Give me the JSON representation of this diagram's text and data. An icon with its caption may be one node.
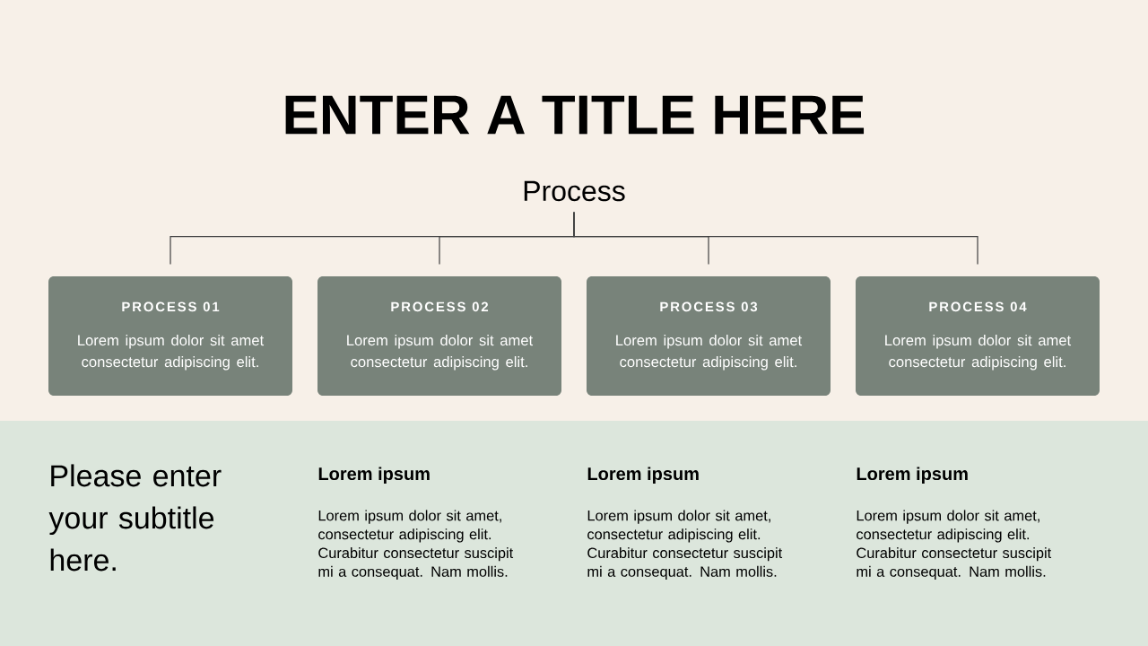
{
  "diagram": {
    "title": "ENTER A TITLE HERE",
    "nodes": [
      {
        "text": [
          "Process"
        ]
      },
      {
        "text": [
          "PROCESS 01",
          "Lorem ipsum dolor sit amet consectetur adipiscing elit."
        ]
      },
      {
        "text": [
          "PROCESS 02",
          "Lorem ipsum dolor sit amet consectetur adipiscing elit."
        ]
      },
      {
        "text": [
          "PROCESS 03",
          "Lorem ipsum dolor sit amet consectetur adipiscing elit."
        ]
      },
      {
        "text": [
          "PROCESS 04",
          "Lorem ipsum dolor sit amet consectetur adipiscing elit."
        ]
      }
    ],
    "edges": [
      {
        "from": 0,
        "to": 1,
        "arrow": "none"
      },
      {
        "from": 0,
        "to": 2,
        "arrow": "none"
      },
      {
        "from": 0,
        "to": 3,
        "arrow": "none"
      },
      {
        "from": 0,
        "to": 4,
        "arrow": "none"
      }
    ],
    "labels": [
      "Please enter your subtitle here.",
      "Lorem ipsum",
      "Lorem ipsum dolor sit amet, consectetur adipiscing elit. Curabitur consectetur suscipit mi a consequat. Nam mollis.",
      "Lorem ipsum",
      "Lorem ipsum dolor sit amet, consectetur adipiscing elit. Curabitur consectetur suscipit mi a consequat. Nam mollis.",
      "Lorem ipsum",
      "Lorem ipsum dolor sit amet, consectetur adipiscing elit. Curabitur consectetur suscipit mi a consequat. Nam mollis."
    ]
  }
}
